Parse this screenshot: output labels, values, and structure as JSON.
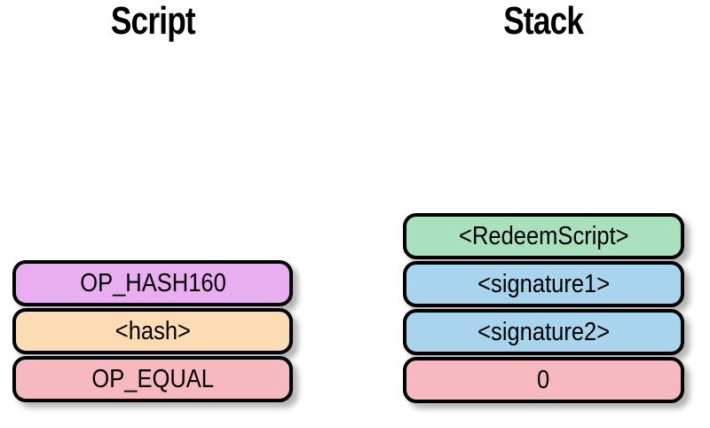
{
  "diagram": {
    "background_color": "#ffffff",
    "border_color": "#000000",
    "text_color": "#000000",
    "shadow_color": "rgba(0,0,0,0.30)"
  },
  "script": {
    "title": "Script",
    "items": [
      {
        "label": "OP_HASH160",
        "color": "#e9aef0"
      },
      {
        "label": "<hash>",
        "color": "#fcdcb2"
      },
      {
        "label": "OP_EQUAL",
        "color": "#f7b9c1"
      }
    ]
  },
  "stack": {
    "title": "Stack",
    "items": [
      {
        "label": "<RedeemScript>",
        "color": "#a9e1be"
      },
      {
        "label": "<signature1>",
        "color": "#a8d4ed"
      },
      {
        "label": "<signature2>",
        "color": "#a8d4ed"
      },
      {
        "label": "0",
        "color": "#f7b9c1"
      }
    ]
  }
}
